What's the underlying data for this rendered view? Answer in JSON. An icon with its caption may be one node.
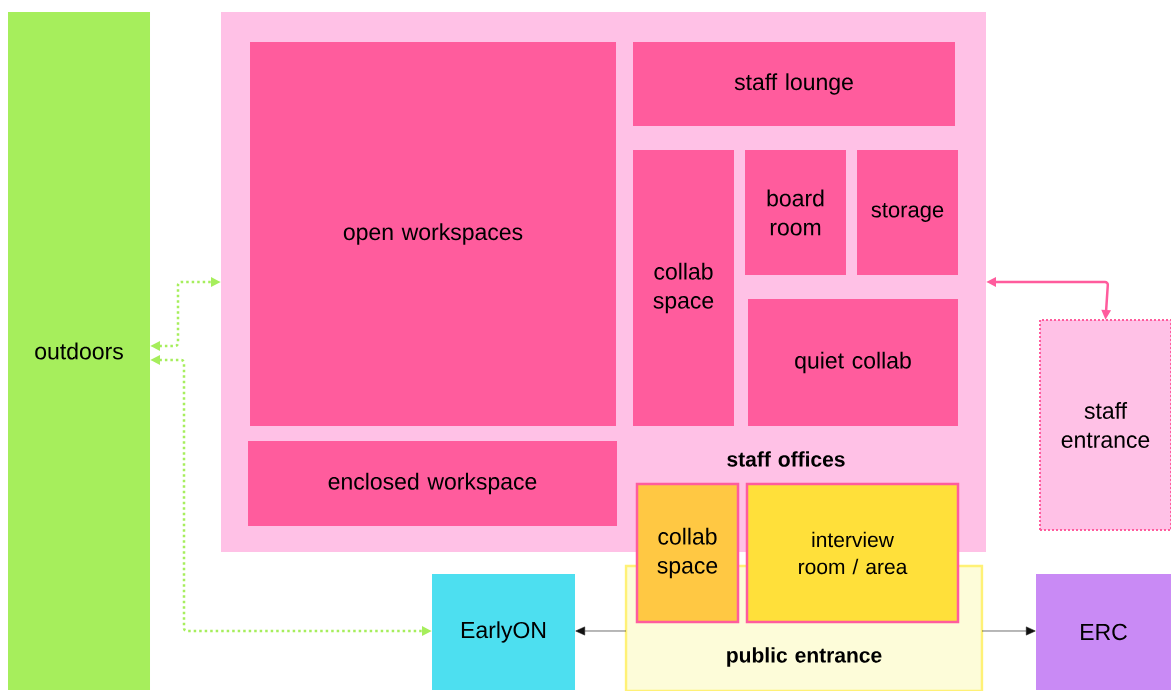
{
  "diagram": {
    "nodes": [
      {
        "text": [
          "outdoors"
        ]
      },
      {
        "text": [
          "staff offices"
        ]
      },
      {
        "text": [
          "open workspaces"
        ],
        "in": 1
      },
      {
        "text": [
          "staff lounge"
        ],
        "in": 1
      },
      {
        "text": [
          "collab space"
        ],
        "in": 1
      },
      {
        "text": [
          "board room"
        ],
        "in": 1
      },
      {
        "text": [
          "storage"
        ],
        "in": 1
      },
      {
        "text": [
          "quiet collab"
        ],
        "in": 1
      },
      {
        "text": [
          "enclosed workspace"
        ],
        "in": 1
      },
      {
        "text": [
          "staff entrance"
        ]
      },
      {
        "text": [
          "public entrance"
        ]
      },
      {
        "text": [
          "collab space"
        ]
      },
      {
        "text": [
          "interview room / area"
        ]
      },
      {
        "text": [
          "EarlyON"
        ]
      },
      {
        "text": [
          "ERC"
        ]
      }
    ],
    "edges": [
      {
        "from": 0,
        "to": 1,
        "arrow": "both",
        "style": "dashed",
        "color": "#a6ee5c"
      },
      {
        "from": 0,
        "to": 13,
        "arrow": "both",
        "style": "dashed",
        "color": "#a6ee5c"
      },
      {
        "from": 1,
        "to": 9,
        "arrow": "both",
        "color": "#ff5c9d"
      },
      {
        "from": 10,
        "to": 13,
        "arrow": "to",
        "color": "#111111"
      },
      {
        "from": 10,
        "to": 14,
        "arrow": "to",
        "color": "#111111"
      }
    ]
  }
}
